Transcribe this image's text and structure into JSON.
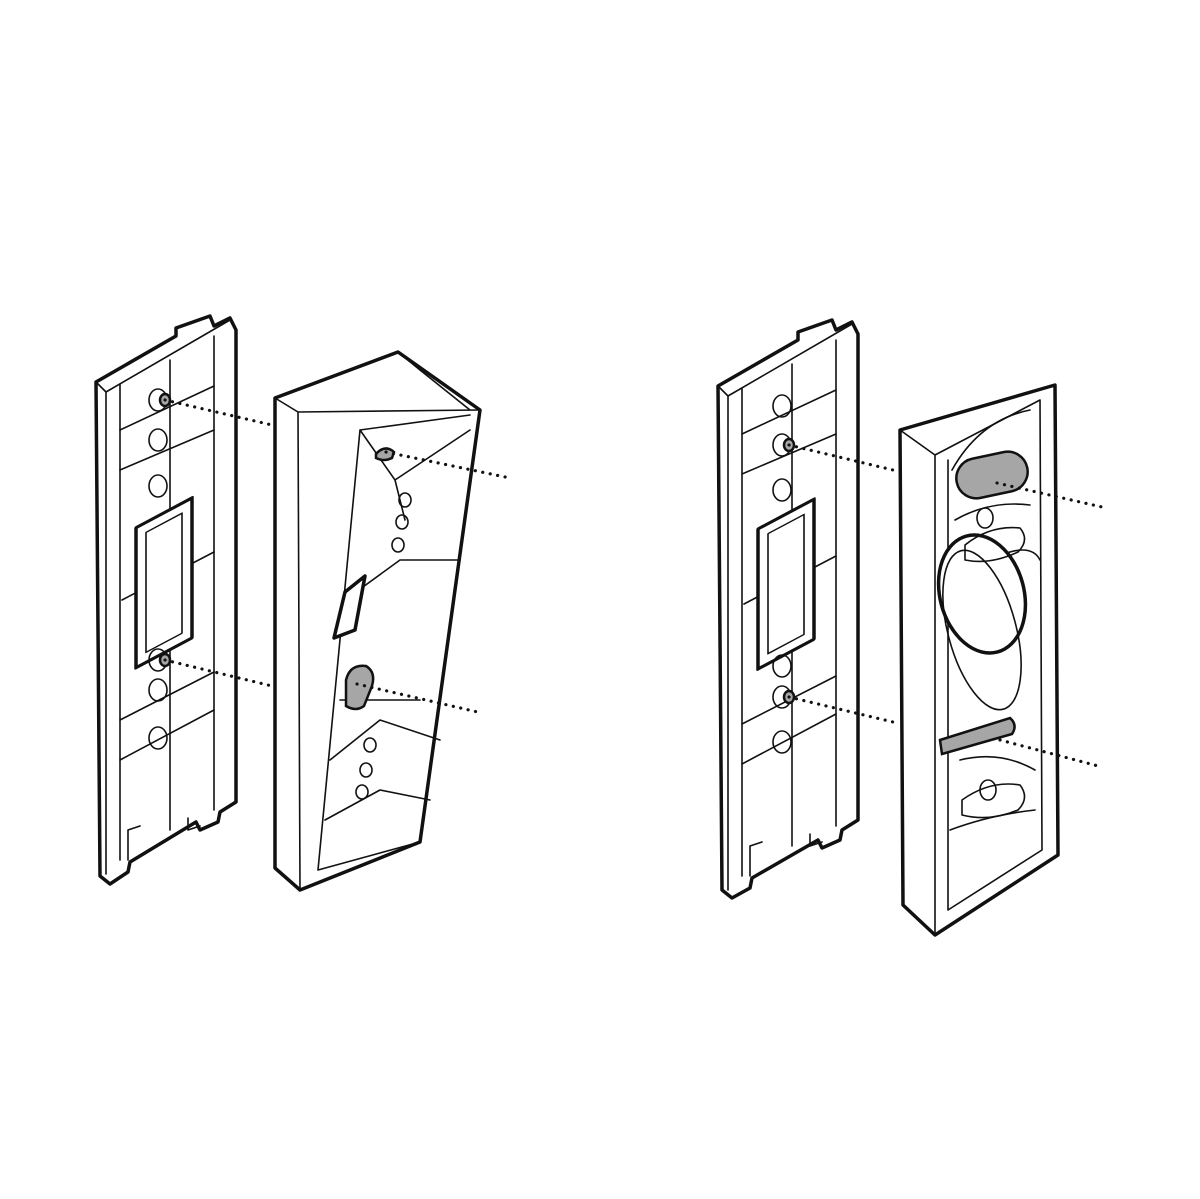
{
  "colors": {
    "stroke": "#111111",
    "highlight": "#a6a6a6",
    "background": "#ffffff"
  },
  "panels": [
    {
      "id": "left-assembly",
      "parts": [
        "backplate",
        "wedge-bracket"
      ]
    },
    {
      "id": "right-assembly",
      "parts": [
        "backplate",
        "corner-bracket"
      ]
    }
  ]
}
